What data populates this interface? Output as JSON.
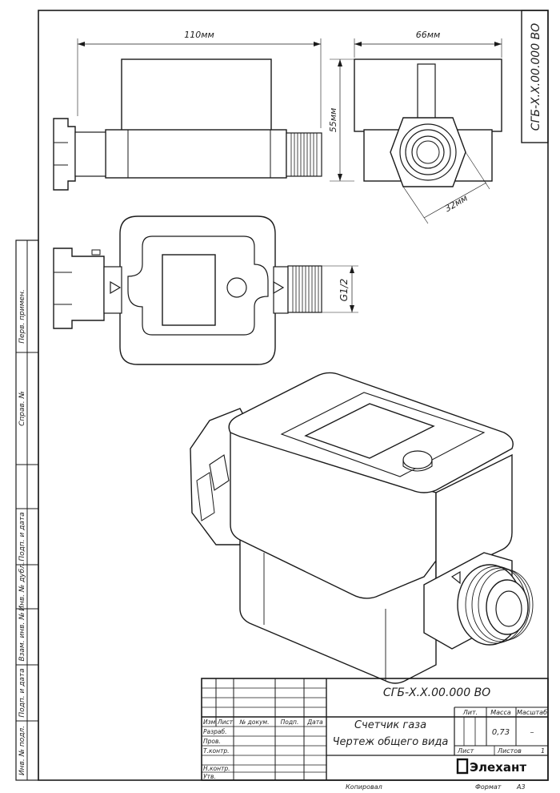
{
  "dimensions": {
    "width_label": "110мм",
    "side_width_label": "66мм",
    "height_label": "55мм",
    "hex_label": "32мм",
    "thread_label": "G1/2"
  },
  "side_strip": {
    "perv_primen": "Перв. примен.",
    "sprav_no": "Справ. №",
    "podp_data_1": "Подп. и дата",
    "inv_dubl": "Инв. № дубл.",
    "vzam_inv": "Взам. инв. №",
    "podp_data_2": "Подп. и дата",
    "inv_podl": "Инв. № подл."
  },
  "top_stamp": "СГБ-Х.Х.00.000 ВО",
  "title_block": {
    "designation": "СГБ-Х.Х.00.000 ВО",
    "name_line1": "Счетчик газа",
    "name_line2": "Чертеж общего вида",
    "col_izm": "Изм.",
    "col_list": "Лист",
    "col_ndokum": "№ докум.",
    "col_podp": "Подп.",
    "col_data": "Дата",
    "row_razrab": "Разраб.",
    "row_prov": "Пров.",
    "row_tkontr": "Т.контр.",
    "row_nkontr": "Н.контр.",
    "row_utv": "Утв.",
    "lit_label": "Лит.",
    "massa_label": "Масса",
    "masshtab_label": "Масштаб",
    "massa_value": "0,73",
    "masshtab_value": "–",
    "list_label": "Лист",
    "listov_label": "Листов",
    "listov_value": "1",
    "company": "Элехант"
  },
  "footer": {
    "kopiroval": "Копировал",
    "format_label": "Формат",
    "format_value": "А3"
  }
}
